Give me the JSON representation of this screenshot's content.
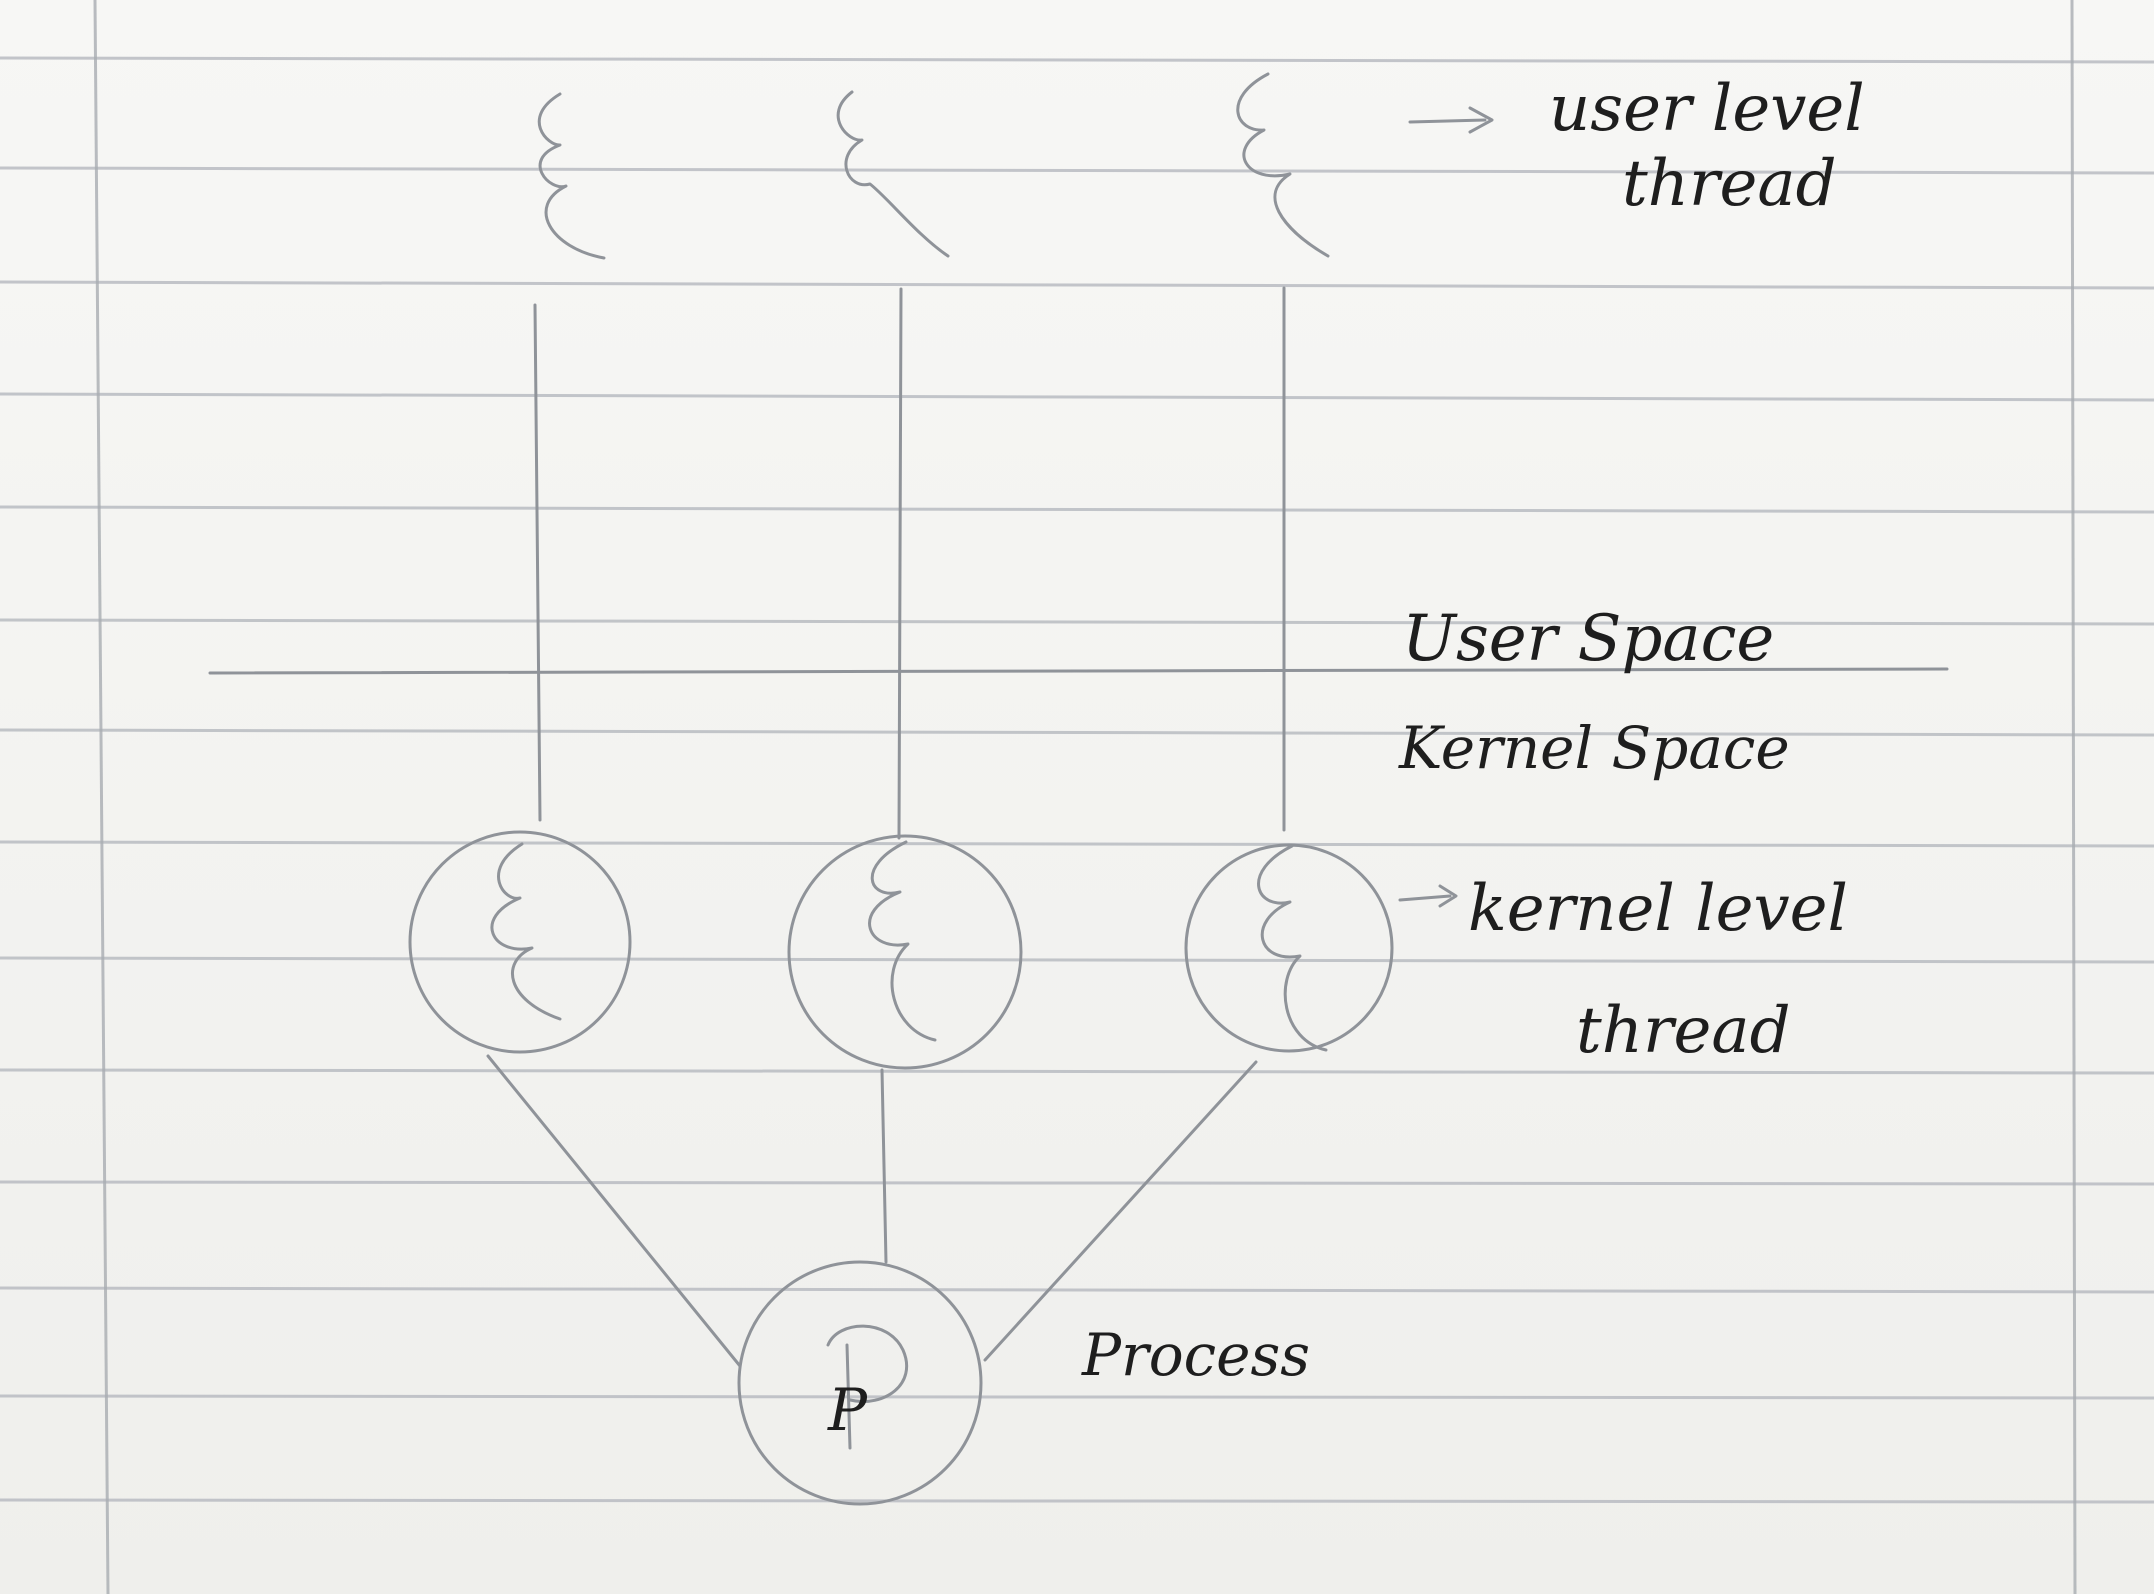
{
  "diagram": {
    "labels": {
      "user_level_thread_line1": "user level",
      "user_level_thread_line2": "thread",
      "user_space": "User Space",
      "kernel_space": "Kernel Space",
      "kernel_level_thread_line1": "kernel level",
      "kernel_level_thread_line2": "thread",
      "process": "Process",
      "process_symbol": "P"
    }
  }
}
